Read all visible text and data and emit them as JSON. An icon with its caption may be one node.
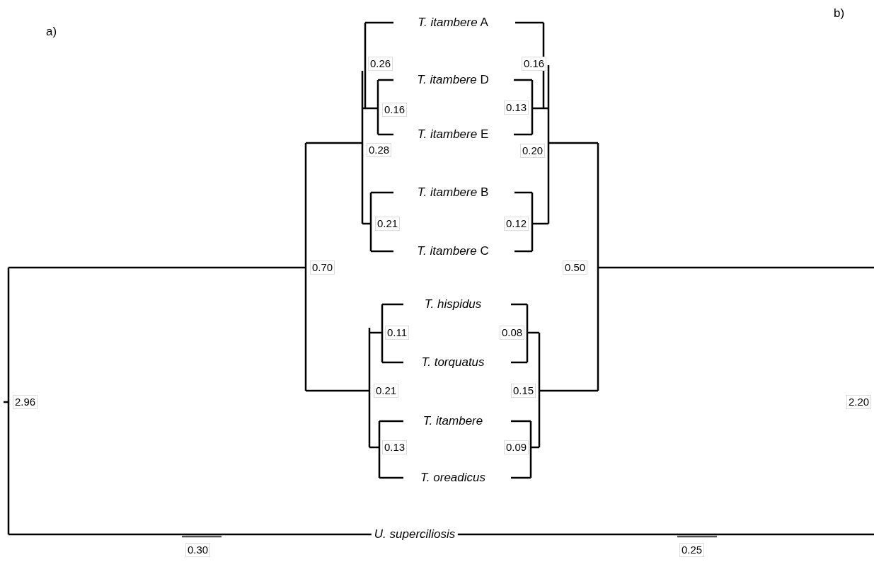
{
  "diagram": {
    "nodes": [
      {
        "text": [
          "*T. itambere* A"
        ]
      },
      {
        "text": [
          "*T. itambere* D"
        ]
      },
      {
        "text": [
          "*T. itambere* E"
        ]
      },
      {
        "text": [
          "*T. itambere* B"
        ]
      },
      {
        "text": [
          "*T. itambere* C"
        ]
      },
      {
        "text": [
          "*T. hispidus*"
        ]
      },
      {
        "text": [
          "*T. torquatus*"
        ]
      },
      {
        "text": [
          "*T. itambere*"
        ]
      },
      {
        "text": [
          "*T. oreadicus*"
        ]
      },
      {
        "text": [
          "*U. superciliosis*"
        ]
      }
    ],
    "labels": [
      "a)",
      "b)",
      "0.26",
      "0.16",
      "0.16",
      "0.13",
      "0.28",
      "0.20",
      "0.21",
      "0.12",
      "0.70",
      "0.50",
      "0.11",
      "0.08",
      "0.21",
      "0.15",
      "2.96",
      "2.20",
      "0.13",
      "0.09",
      "0.30",
      "0.25"
    ]
  }
}
